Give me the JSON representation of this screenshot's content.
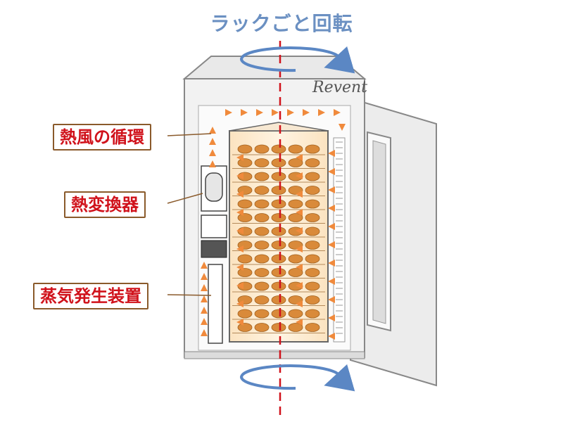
{
  "title": "ラックごと回転",
  "brand": "Revent",
  "labels": {
    "hot_air": "熱風の循環",
    "heat_exchanger": "熱変換器",
    "steam": "蒸気発生装置"
  },
  "colors": {
    "title": "#6b90c2",
    "label_text": "#d0121b",
    "label_border": "#8a5a2b",
    "rotation_arrow": "#5b87c4",
    "axis_line": "#d0121b",
    "heat_arrow": "#f08a3c",
    "rack_glow": "#fbe3c0",
    "bread": "#d98a3a"
  },
  "icons": [
    "rotation-arrow-icon",
    "axis-line",
    "heat-arrow-icon",
    "bread-roll-icon"
  ]
}
